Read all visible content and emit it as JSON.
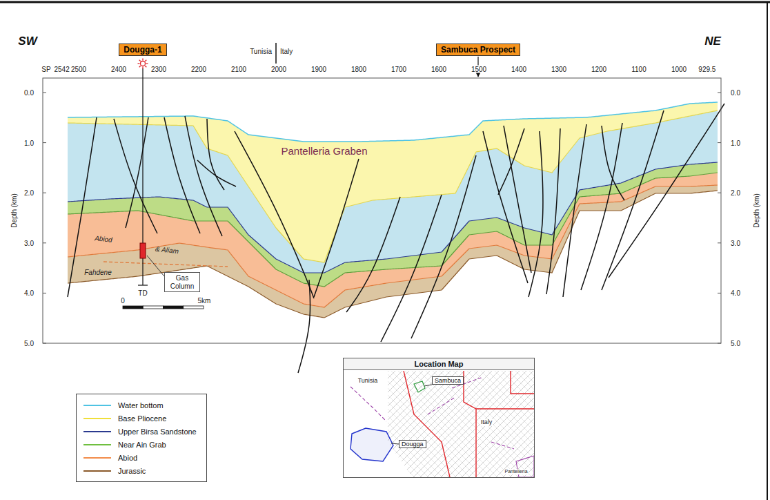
{
  "diagram": {
    "nodes": [
      {
        "text": [
          "Dougga-1"
        ]
      },
      {
        "text": [
          "Sambuca Prospect"
        ]
      },
      {
        "text": [
          "Gas Column"
        ]
      },
      {
        "text": [
          "Location Map"
        ]
      },
      {
        "text": [
          "Sambuca"
        ],
        "in": 3
      },
      {
        "text": [
          "Dougga"
        ],
        "in": 3
      }
    ],
    "labels": [
      "SW",
      "NE",
      "SP",
      "2542",
      "2500",
      "2400",
      "2300",
      "2200",
      "2100",
      "2000",
      "1900",
      "1800",
      "1700",
      "1600",
      "1500",
      "1400",
      "1300",
      "1200",
      "1100",
      "1000",
      "929.5",
      "Tunisia",
      "Italy",
      "Depth (km)",
      "Depth (km)",
      "0.0",
      "1.0",
      "2.0",
      "3.0",
      "4.0",
      "5.0",
      "0.0",
      "1.0",
      "2.0",
      "3.0",
      "4.0",
      "5.0",
      "Pantelleria Graben",
      "Abiod",
      "& Aliam",
      "Fahdene",
      "TD",
      "0",
      "5km",
      "Tunisia",
      "Italy",
      "Pantelleria"
    ],
    "legend": [
      {
        "text": "Water bottom"
      },
      {
        "text": "Base Pliocene"
      },
      {
        "text": "Upper Birsa Sandstone"
      },
      {
        "text": "Near Ain Grab"
      },
      {
        "text": "Abiod"
      },
      {
        "text": "Jurassic"
      }
    ]
  }
}
